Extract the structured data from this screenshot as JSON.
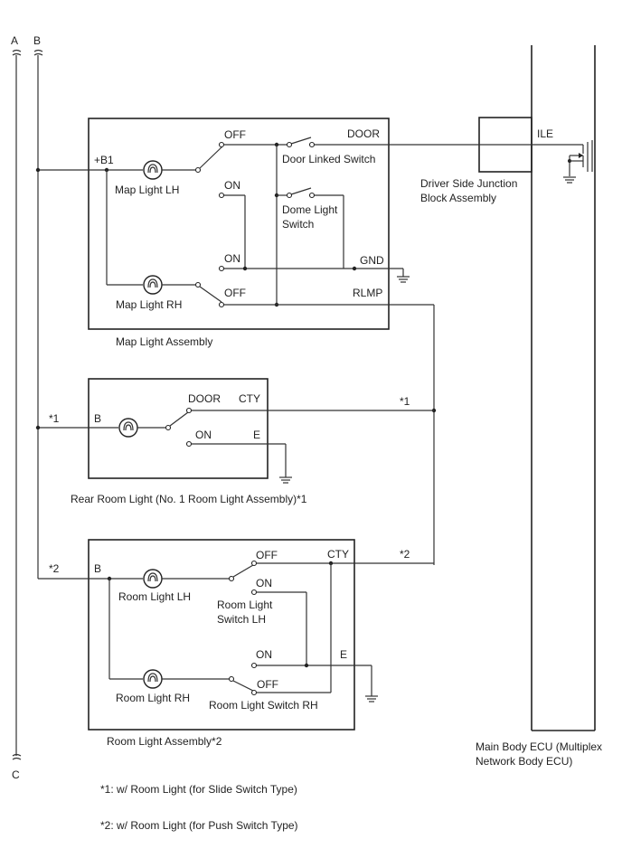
{
  "rails": {
    "a": "A",
    "b": "B",
    "c": "C"
  },
  "ecu": {
    "pin_ile": "ILE",
    "label_line1": "Main Body ECU (Multiplex",
    "label_line2": "Network Body ECU)"
  },
  "junction_block": {
    "line1": "Driver Side Junction",
    "line2": "Block Assembly"
  },
  "map_light_assembly": {
    "title": "Map Light Assembly",
    "pin_b1": "+B1",
    "pin_door": "DOOR",
    "pin_gnd": "GND",
    "pin_rlmp": "RLMP",
    "lamp_lh": "Map Light LH",
    "lamp_rh": "Map Light RH",
    "off_top": "OFF",
    "on_mid": "ON",
    "on_low": "ON",
    "off_bottom": "OFF",
    "door_switch": "Door Linked Switch",
    "dome_switch_line1": "Dome Light",
    "dome_switch_line2": "Switch"
  },
  "rear_room_light": {
    "title": "Rear Room Light (No. 1 Room Light Assembly)*1",
    "pin_b": "B",
    "pin_cty": "CTY",
    "pin_e": "E",
    "sw_door": "DOOR",
    "sw_on": "ON",
    "branch_note": "*1",
    "line_note": "*1"
  },
  "room_light_assembly": {
    "title": "Room Light Assembly*2",
    "pin_b": "B",
    "pin_cty": "CTY",
    "pin_e": "E",
    "lamp_lh": "Room Light LH",
    "lamp_rh": "Room Light RH",
    "off_top": "OFF",
    "on_top": "ON",
    "on_low": "ON",
    "off_bottom": "OFF",
    "switch_lh_line1": "Room Light",
    "switch_lh_line2": "Switch LH",
    "switch_rh": "Room Light Switch RH",
    "branch_note": "*2",
    "line_note": "*2"
  },
  "footnotes": [
    "*1: w/ Room Light (for Slide Switch Type)",
    "*2: w/ Room Light (for Push Switch Type)"
  ]
}
